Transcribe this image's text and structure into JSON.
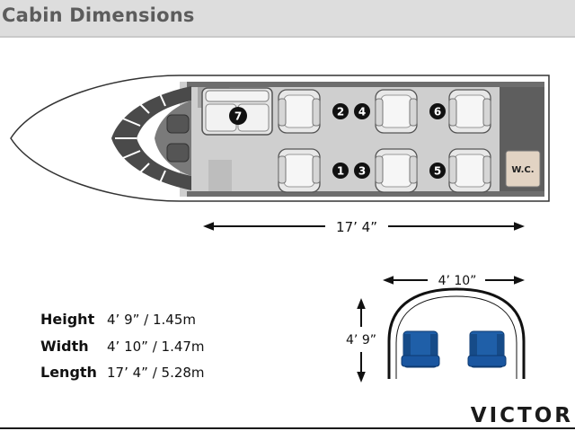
{
  "header": {
    "title": "Cabin Dimensions"
  },
  "cabin": {
    "length_label": "17’ 4”",
    "wc_label": "W.C.",
    "seat_numbers": [
      "1",
      "2",
      "3",
      "4",
      "5",
      "6",
      "7"
    ]
  },
  "cross_section": {
    "width_label": "4’ 10”",
    "height_label": "4’ 9”"
  },
  "specs": [
    {
      "label": "Height",
      "value": "4’ 9” / 1.45m"
    },
    {
      "label": "Width",
      "value": "4’ 10” / 1.47m"
    },
    {
      "label": "Length",
      "value": "17’ 4” / 5.28m"
    }
  ],
  "brand": {
    "text": "VICTOR"
  },
  "colors": {
    "header_bg": "#dddddd",
    "seat_blue": "#1f5fa8",
    "cabin_grey": "#6d6d6d",
    "cockpit_dark": "#4a4a4a"
  }
}
